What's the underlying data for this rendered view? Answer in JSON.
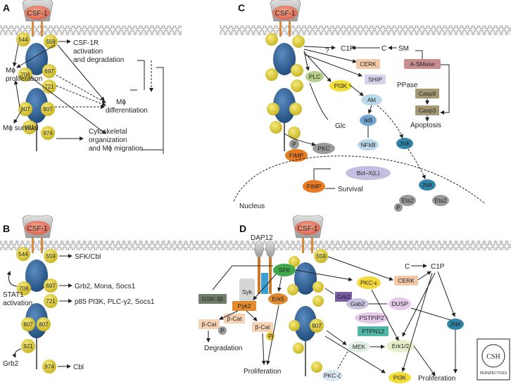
{
  "panels": {
    "a": {
      "label": "A",
      "receptor": "CSF-1",
      "residues": [
        "544",
        "559",
        "706",
        "697",
        "721",
        "807",
        "807",
        "921",
        "974"
      ],
      "outcomes": {
        "activation": "CSF-1R activation and degradation",
        "proliferation": "Mϕ proliferation",
        "differentiation": "Mϕ differentiation",
        "survival": "Mϕ survival",
        "migration": "Cytoskeletal organization and Mϕ migration"
      }
    },
    "b": {
      "label": "B",
      "receptor": "CSF-1",
      "residues": [
        "544",
        "559",
        "706",
        "697",
        "721",
        "807",
        "807",
        "921",
        "974"
      ],
      "targets": {
        "r559": "SFK/Cbl",
        "r697": "Grb2, Mona, Socs1",
        "r721": "p85 PI3K, PLC-γ2, Socs1",
        "stat": "STAT1 activation",
        "grb2": "Grb2",
        "cbl": "Cbl"
      }
    },
    "c": {
      "label": "C",
      "receptor": "CSF-1",
      "nodes": {
        "question": "?",
        "c1p": "C1P",
        "c": "C",
        "sm": "SM",
        "cerk": "CERK",
        "asmase": "A-SMase",
        "plc": "PLC",
        "pi3k": "PI3K",
        "ship": "SHIP",
        "ppase": "PPase",
        "akt": "Akt",
        "casp9": "Casp9",
        "casp3": "Casp3",
        "apoptosis": "Apoptosis",
        "ikb": "IkB",
        "nfkb": "NFkB",
        "jnk": "JNK",
        "glc": "Glc",
        "pkc": "PKC",
        "p": "P",
        "fimp": "FIMP",
        "bclx": "Bcl–X(L)",
        "survival": "Survival",
        "nucleus": "Nucleus",
        "jnk_nuc": "JNK",
        "ets2": "Ets2",
        "ets2b": "Ets2"
      }
    },
    "d": {
      "label": "D",
      "receptor": "CSF-1",
      "nodes": {
        "dap12": "DAP12",
        "sfk": "SFK",
        "syk": "Syk",
        "r559": "559",
        "r807": "807",
        "gsk": "GSK-3β",
        "pyk2": "Pyk2",
        "erk5": "Erk5",
        "bcat1": "β-Cat",
        "bcat2": "β-Cat",
        "bcat3": "β-Cat",
        "p1": "P",
        "p2": "P",
        "degradation": "Degradation",
        "prolif1": "Proliferation",
        "pkce": "PKC-ε",
        "cerk": "CERK",
        "c": "C",
        "c1p": "C1P",
        "grb2": "Grb2",
        "gab2": "Gab2",
        "dusp": "DUSP",
        "pstpip2": "PSTPIP2",
        "ptpn12": "PTPN12",
        "mek": "MEK",
        "erk": "Erk1/2",
        "jnk": "JNK",
        "pkcz": "PKC-ζ",
        "pi3k": "PI3K",
        "prolif2": "Proliferation"
      }
    }
  },
  "logo": {
    "line1": "CSH",
    "line2": "PERSPECTIVES"
  },
  "colors": {
    "residue": "#e3d33c",
    "receptor_blue": "#2d5f94",
    "ligand": "#e8826d",
    "membrane": "#888888"
  }
}
